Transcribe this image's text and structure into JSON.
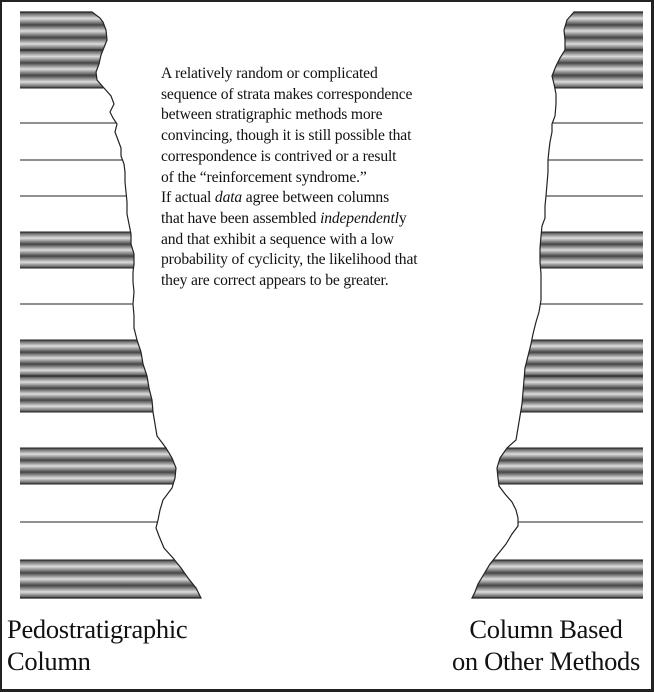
{
  "note": {
    "lines": [
      {
        "parts": [
          {
            "text": "A relatively random or complicated",
            "italic": false
          }
        ]
      },
      {
        "parts": [
          {
            "text": "sequence of strata makes correspondence",
            "italic": false
          }
        ]
      },
      {
        "parts": [
          {
            "text": "between stratigraphic methods more",
            "italic": false
          }
        ]
      },
      {
        "parts": [
          {
            "text": "convincing, though it is still possible that",
            "italic": false
          }
        ]
      },
      {
        "parts": [
          {
            "text": "correspondence is contrived or a result",
            "italic": false
          }
        ]
      },
      {
        "parts": [
          {
            "text": "of the “reinforcement syndrome.”",
            "italic": false
          }
        ]
      },
      {
        "parts": [
          {
            "text": "If actual ",
            "italic": false
          },
          {
            "text": "data",
            "italic": true
          },
          {
            "text": " agree between columns",
            "italic": false
          }
        ]
      },
      {
        "parts": [
          {
            "text": "that have been assembled ",
            "italic": false
          },
          {
            "text": "independentl",
            "italic": true
          },
          {
            "text": "y",
            "italic": false
          }
        ]
      },
      {
        "parts": [
          {
            "text": "and that exhibit a sequence with a low",
            "italic": false
          }
        ]
      },
      {
        "parts": [
          {
            "text": "probability of cyclicity, the likelihood that",
            "italic": false
          }
        ]
      },
      {
        "parts": [
          {
            "text": "they are correct appears to be greater.",
            "italic": false
          }
        ]
      }
    ]
  },
  "left_caption": {
    "line1": "Pedostratigraphic",
    "line2": "Column"
  },
  "right_caption": {
    "line1": "Column Based",
    "line2": "on Other Methods"
  },
  "columns": {
    "layer_pattern": [
      "dark",
      "dark",
      "light",
      "light",
      "light",
      "light",
      "dark",
      "light",
      "light",
      "dark",
      "dark",
      "light",
      "dark",
      "light",
      "light",
      "dark"
    ],
    "colors": {
      "stripe_dark": "#444444",
      "stripe_light": "#dddddd",
      "outline": "#222222",
      "frame": "#222222"
    }
  }
}
